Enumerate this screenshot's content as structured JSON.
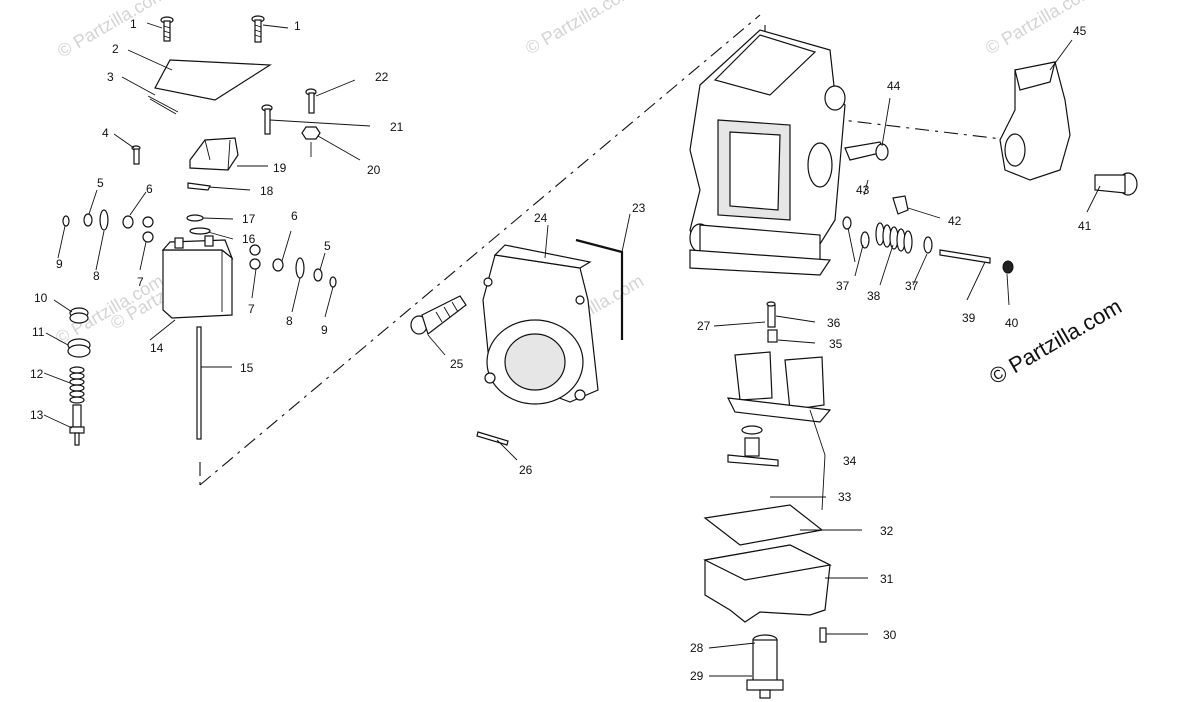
{
  "watermarks": {
    "faint": [
      "© Partzilla.com",
      "© Partzilla.com",
      "© Partzilla.com",
      "© Partzilla.com",
      "© Partzilla.com",
      "© Partzilla.com"
    ],
    "main": "© Partzilla.com"
  },
  "callouts": [
    {
      "id": "c1a",
      "text": "1"
    },
    {
      "id": "c1b",
      "text": "1"
    },
    {
      "id": "c2",
      "text": "2"
    },
    {
      "id": "c3",
      "text": "3"
    },
    {
      "id": "c4",
      "text": "4"
    },
    {
      "id": "c5a",
      "text": "5"
    },
    {
      "id": "c5b",
      "text": "5"
    },
    {
      "id": "c6a",
      "text": "6"
    },
    {
      "id": "c6b",
      "text": "6"
    },
    {
      "id": "c7a",
      "text": "7"
    },
    {
      "id": "c7b",
      "text": "7"
    },
    {
      "id": "c8a",
      "text": "8"
    },
    {
      "id": "c8b",
      "text": "8"
    },
    {
      "id": "c9a",
      "text": "9"
    },
    {
      "id": "c9b",
      "text": "9"
    },
    {
      "id": "c10",
      "text": "10"
    },
    {
      "id": "c11",
      "text": "11"
    },
    {
      "id": "c12",
      "text": "12"
    },
    {
      "id": "c13",
      "text": "13"
    },
    {
      "id": "c14",
      "text": "14"
    },
    {
      "id": "c15",
      "text": "15"
    },
    {
      "id": "c16",
      "text": "16"
    },
    {
      "id": "c17",
      "text": "17"
    },
    {
      "id": "c18",
      "text": "18"
    },
    {
      "id": "c19",
      "text": "19"
    },
    {
      "id": "c20",
      "text": "20"
    },
    {
      "id": "c21",
      "text": "21"
    },
    {
      "id": "c22",
      "text": "22"
    },
    {
      "id": "c23",
      "text": "23"
    },
    {
      "id": "c24",
      "text": "24"
    },
    {
      "id": "c25",
      "text": "25"
    },
    {
      "id": "c26",
      "text": "26"
    },
    {
      "id": "c27",
      "text": "27"
    },
    {
      "id": "c28",
      "text": "28"
    },
    {
      "id": "c29",
      "text": "29"
    },
    {
      "id": "c30",
      "text": "30"
    },
    {
      "id": "c31",
      "text": "31"
    },
    {
      "id": "c32",
      "text": "32"
    },
    {
      "id": "c33",
      "text": "33"
    },
    {
      "id": "c34",
      "text": "34"
    },
    {
      "id": "c35",
      "text": "35"
    },
    {
      "id": "c36",
      "text": "36"
    },
    {
      "id": "c37a",
      "text": "37"
    },
    {
      "id": "c37b",
      "text": "37"
    },
    {
      "id": "c38",
      "text": "38"
    },
    {
      "id": "c39",
      "text": "39"
    },
    {
      "id": "c40",
      "text": "40"
    },
    {
      "id": "c41",
      "text": "41"
    },
    {
      "id": "c42",
      "text": "42"
    },
    {
      "id": "c43",
      "text": "43"
    },
    {
      "id": "c44",
      "text": "44"
    },
    {
      "id": "c45",
      "text": "45"
    }
  ]
}
